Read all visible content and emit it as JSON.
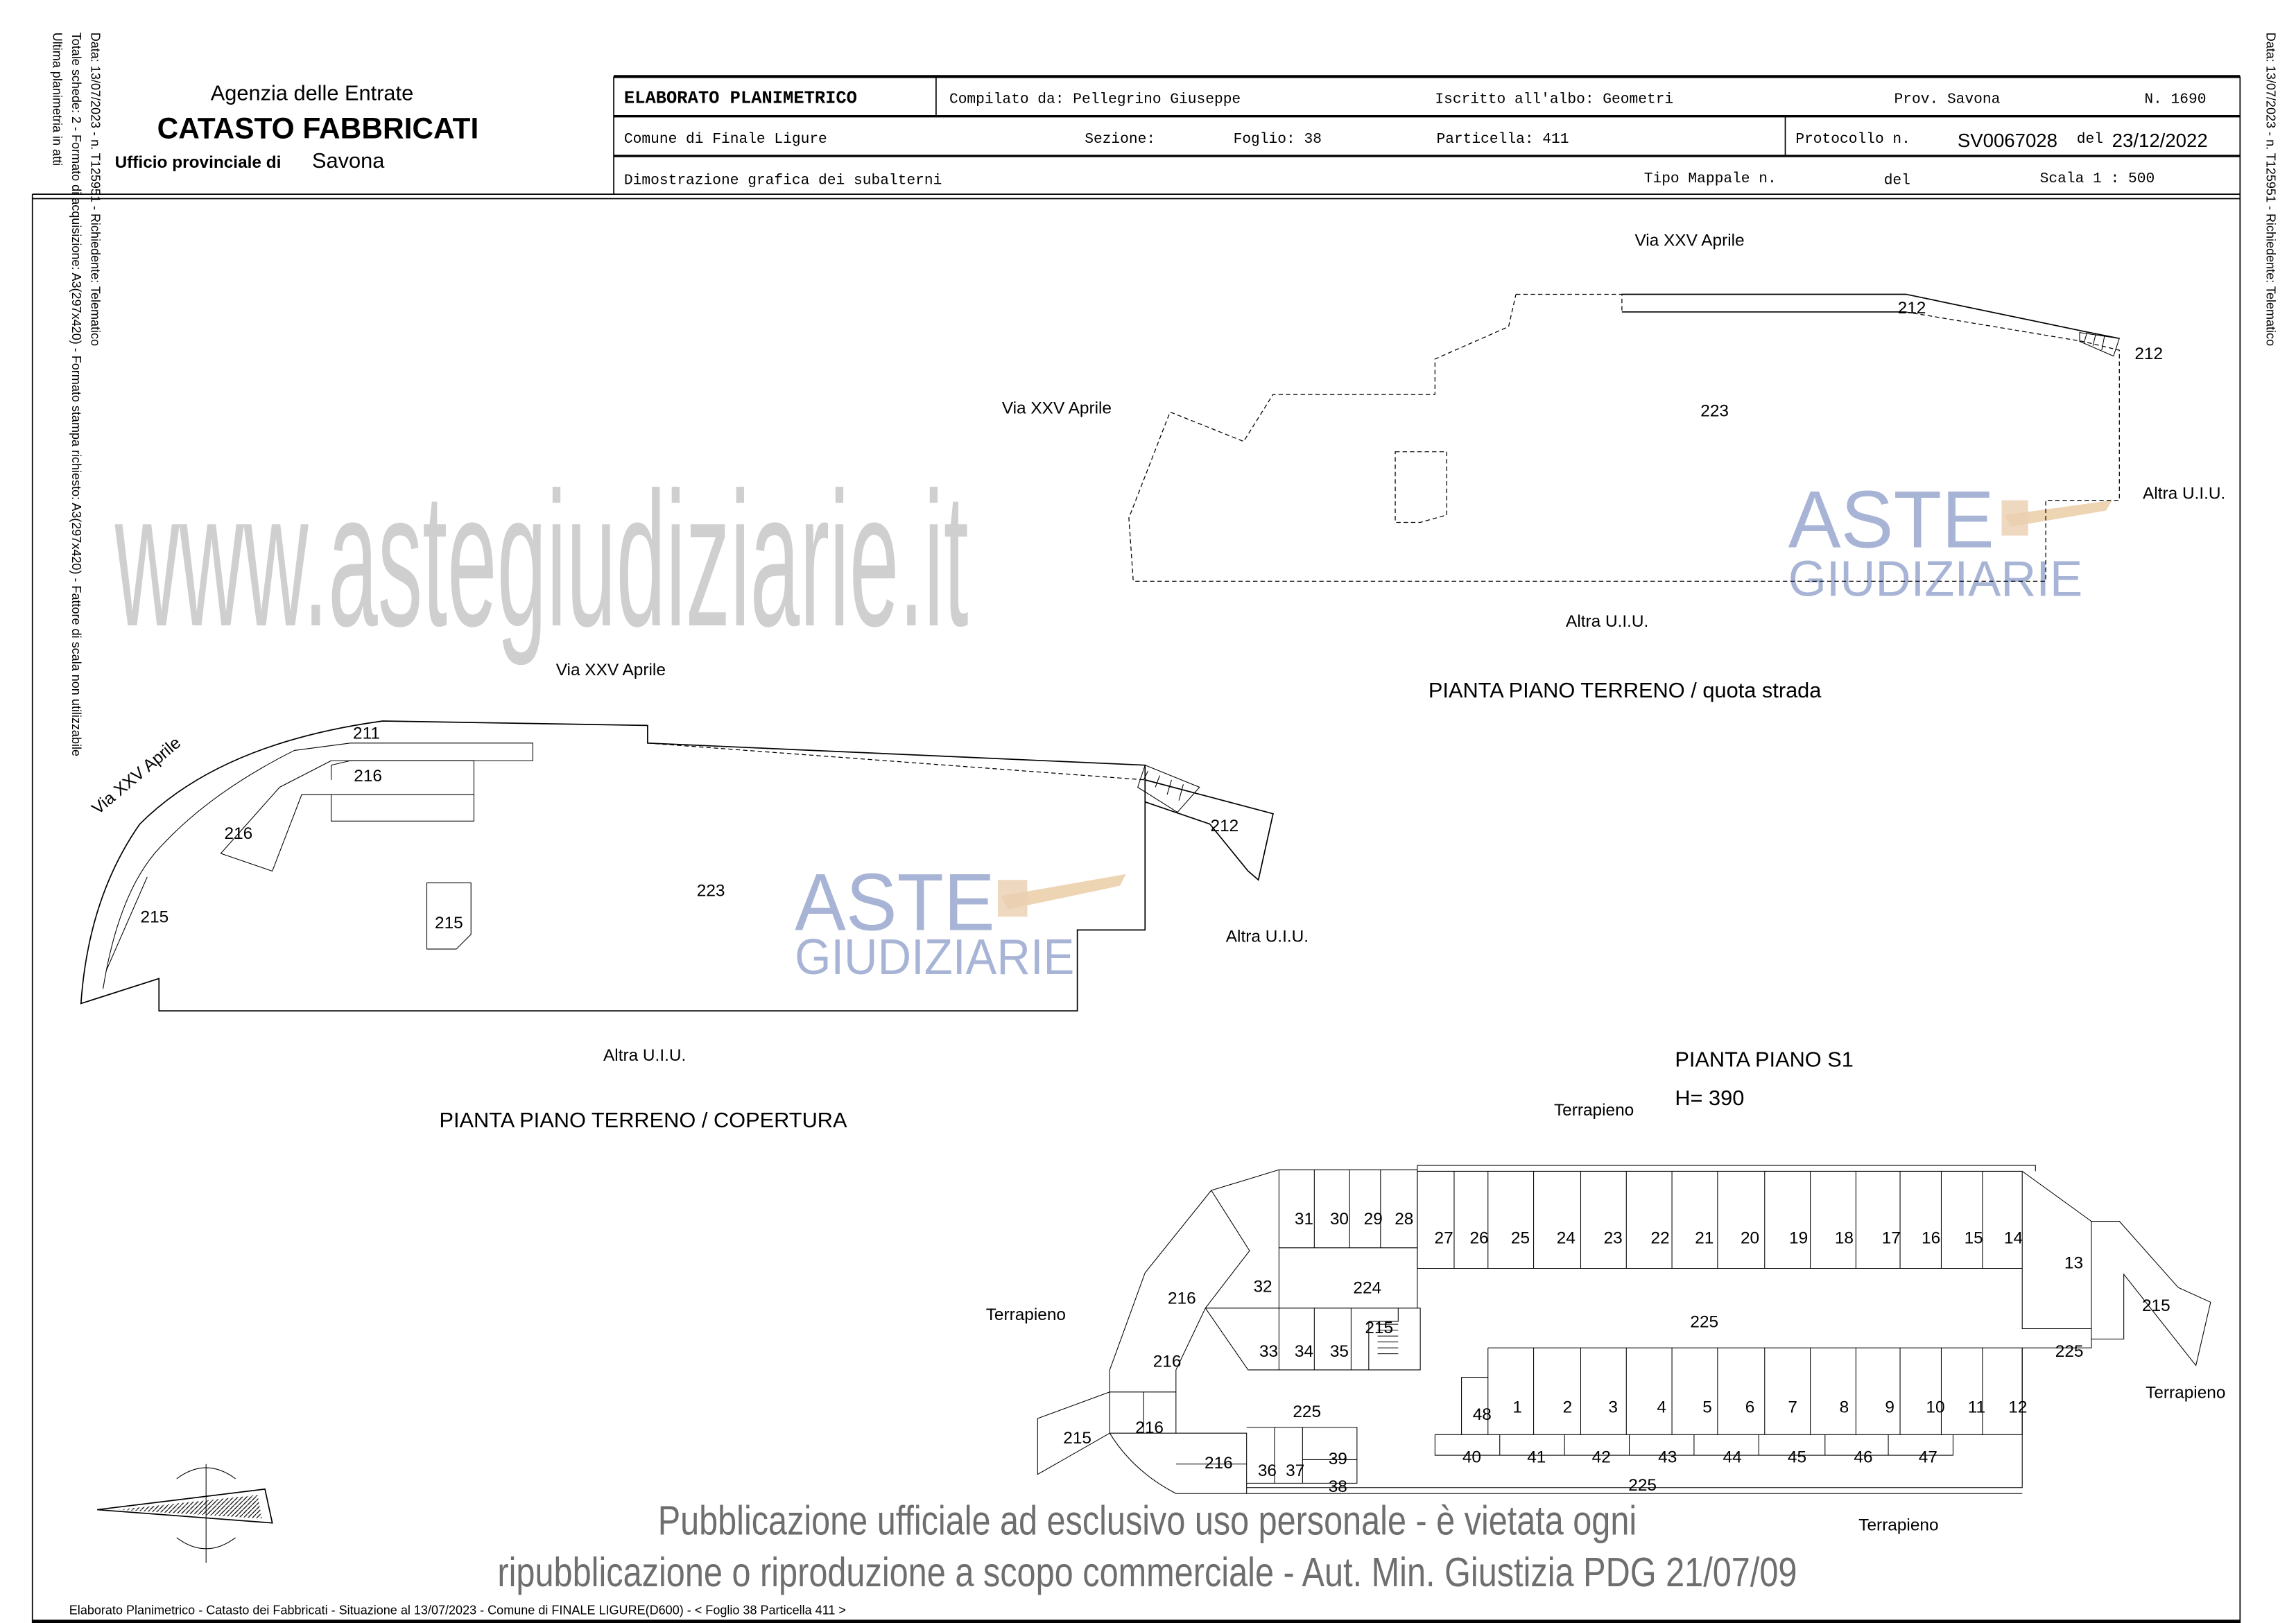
{
  "side_left": {
    "line1": "Data: 13/07/2023 - n. T125951 - Richiedente: Telematico",
    "line2": "Totale schede: 2 - Formato di acquisizione: A3(297x420) - Formato stampa richiesto: A3(297x420) - Fattore di scala non utilizzabile",
    "line3": "Ultima planimetria in atti"
  },
  "side_right": "Data: 13/07/2023 - n. T125951 - Richiedente: Telematico",
  "agency": {
    "name": "Agenzia delle Entrate",
    "title": "CATASTO FABBRICATI",
    "office_label": "Ufficio provinciale di",
    "office_city": "Savona"
  },
  "header": {
    "doc_type": "ELABORATO PLANIMETRICO",
    "compiled_by": "Compilato da: Pellegrino Giuseppe",
    "registered": "Iscritto all'albo: Geometri",
    "province": "Prov. Savona",
    "number": "N. 1690",
    "comune": "Comune di Finale Ligure",
    "sezione": "Sezione:",
    "foglio": "Foglio: 38",
    "particella": "Particella: 411",
    "protocollo_label": "Protocollo n.",
    "protocollo_value": "SV0067028",
    "protocollo_del_label": "del",
    "protocollo_date": "23/12/2022",
    "description": "Dimostrazione grafica dei subalterni",
    "tipo_mappale": "Tipo Mappale n.",
    "tipo_del": "del",
    "scale": "Scala 1 : 500"
  },
  "plan_ground_street": {
    "title": "PIANTA PIANO TERRENO / quota strada",
    "labels": [
      "Via XXV Aprile",
      "Via XXV Aprile",
      "212",
      "212",
      "223",
      "Altra U.I.U.",
      "Altra U.I.U."
    ]
  },
  "plan_ground_roof": {
    "title": "PIANTA PIANO TERRENO / COPERTURA",
    "labels": [
      "Via XXV Aprile",
      "Via XXV Aprile",
      "211",
      "216",
      "216",
      "215",
      "215",
      "223",
      "212",
      "Altra U.I.U.",
      "Altra U.I.U."
    ]
  },
  "plan_s1": {
    "title": "PIANTA PIANO S1",
    "height": "H= 390",
    "labels": [
      "Terrapieno",
      "Terrapieno",
      "Terrapieno",
      "Terrapieno",
      "31",
      "30",
      "29",
      "28",
      "27",
      "26",
      "25",
      "24",
      "23",
      "22",
      "21",
      "20",
      "19",
      "18",
      "17",
      "16",
      "15",
      "14",
      "13",
      "32",
      "224",
      "216",
      "225",
      "215",
      "33",
      "34",
      "35",
      "225",
      "215",
      "216",
      "225",
      "48",
      "1",
      "2",
      "3",
      "4",
      "5",
      "6",
      "7",
      "8",
      "9",
      "10",
      "11",
      "12",
      "216",
      "215",
      "40",
      "41",
      "42",
      "43",
      "44",
      "45",
      "46",
      "47",
      "216",
      "36",
      "37",
      "39",
      "38",
      "225"
    ]
  },
  "watermark": {
    "logo_top": "ASTE",
    "logo_bottom": "GIUDIZIARIE",
    "url": "www.astegiudiziarie.it",
    "notice_line1": "Pubblicazione ufficiale ad esclusivo uso personale - è vietata ogni",
    "notice_line2": "ripubblicazione o riproduzione a scopo commerciale - Aut. Min. Giustizia PDG 21/07/09"
  },
  "footer": "Elaborato Planimetrico - Catasto dei Fabbricati - Situazione al 13/07/2023 - Comune di FINALE LIGURE(D600) - < Foglio 38 Particella 411 >"
}
